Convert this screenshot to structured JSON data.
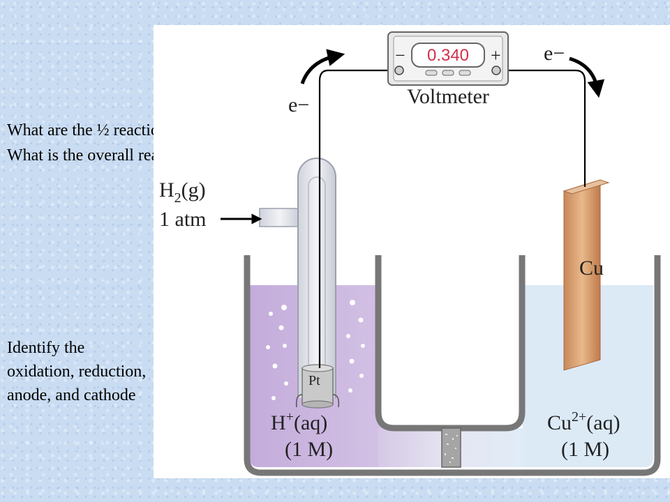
{
  "questions": {
    "half_reactions": "What are the ½ reactions?",
    "overall": "What is the overall reaction?",
    "identify_lines": [
      "Identify the",
      "oxidation, reduction,",
      "anode, and cathode"
    ]
  },
  "voltmeter": {
    "reading": "0.340",
    "minus": "−",
    "plus": "+",
    "label": "Voltmeter"
  },
  "electron_flow": {
    "left": "e−",
    "right": "e−"
  },
  "hydrogen_inlet": {
    "gas": "H",
    "gas_sub": "2",
    "gas_state": "(g)",
    "pressure": "1 atm"
  },
  "left_cell": {
    "electrode": "Pt",
    "ion": "H",
    "ion_sup": "+",
    "ion_state": "(aq)",
    "conc": "(1 M)"
  },
  "right_cell": {
    "electrode": "Cu",
    "ion": "Cu",
    "ion_sup": "2+",
    "ion_state": "(aq)",
    "conc": "(1 M)"
  },
  "colors": {
    "left_solution": "#c8b3dc",
    "right_solution": "#d6e8f5",
    "copper": "#d9a070",
    "display_digits": "#d0304a",
    "beaker": "#777777"
  }
}
